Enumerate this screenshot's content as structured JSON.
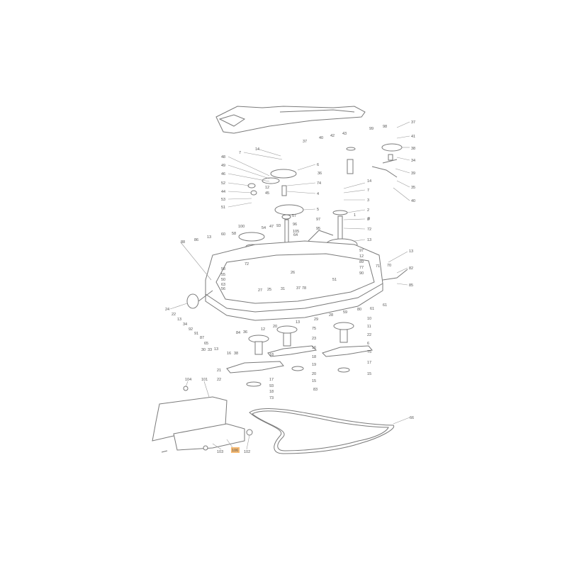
{
  "colors": {
    "line": "#7a7a7a",
    "text": "#555555",
    "highlight": "#f5b971",
    "background": "#ffffff"
  },
  "highlighted_callout": "106",
  "callouts": [
    "37",
    "41",
    "38",
    "34",
    "39",
    "35",
    "40",
    "99",
    "98",
    "43",
    "42",
    "40",
    "37",
    "36",
    "14",
    "7",
    "48",
    "49",
    "46",
    "52",
    "44",
    "53",
    "51",
    "12",
    "45",
    "6",
    "74",
    "4",
    "14",
    "7",
    "3",
    "2",
    "5",
    "57",
    "97",
    "95",
    "8",
    "72",
    "13",
    "58",
    "54",
    "47",
    "93",
    "96",
    "105",
    "60",
    "13",
    "86",
    "88",
    "58",
    "72",
    "55",
    "50",
    "63",
    "56",
    "26",
    "27",
    "25",
    "31",
    "37",
    "78",
    "51",
    "97",
    "12",
    "89",
    "77",
    "90",
    "71",
    "70",
    "61",
    "13",
    "82",
    "85",
    "24",
    "22",
    "13",
    "34",
    "92",
    "91",
    "87",
    "65",
    "30",
    "33",
    "13",
    "16",
    "38",
    "84",
    "36",
    "12",
    "20",
    "13",
    "29",
    "28",
    "59",
    "80",
    "61",
    "10",
    "11",
    "22",
    "6",
    "75",
    "17",
    "15",
    "75",
    "23",
    "16",
    "18",
    "19",
    "20",
    "15",
    "83",
    "18",
    "21",
    "22",
    "17",
    "93",
    "18",
    "73",
    "104",
    "101",
    "106",
    "103",
    "102",
    "66",
    "64",
    "100",
    "9",
    "1"
  ]
}
